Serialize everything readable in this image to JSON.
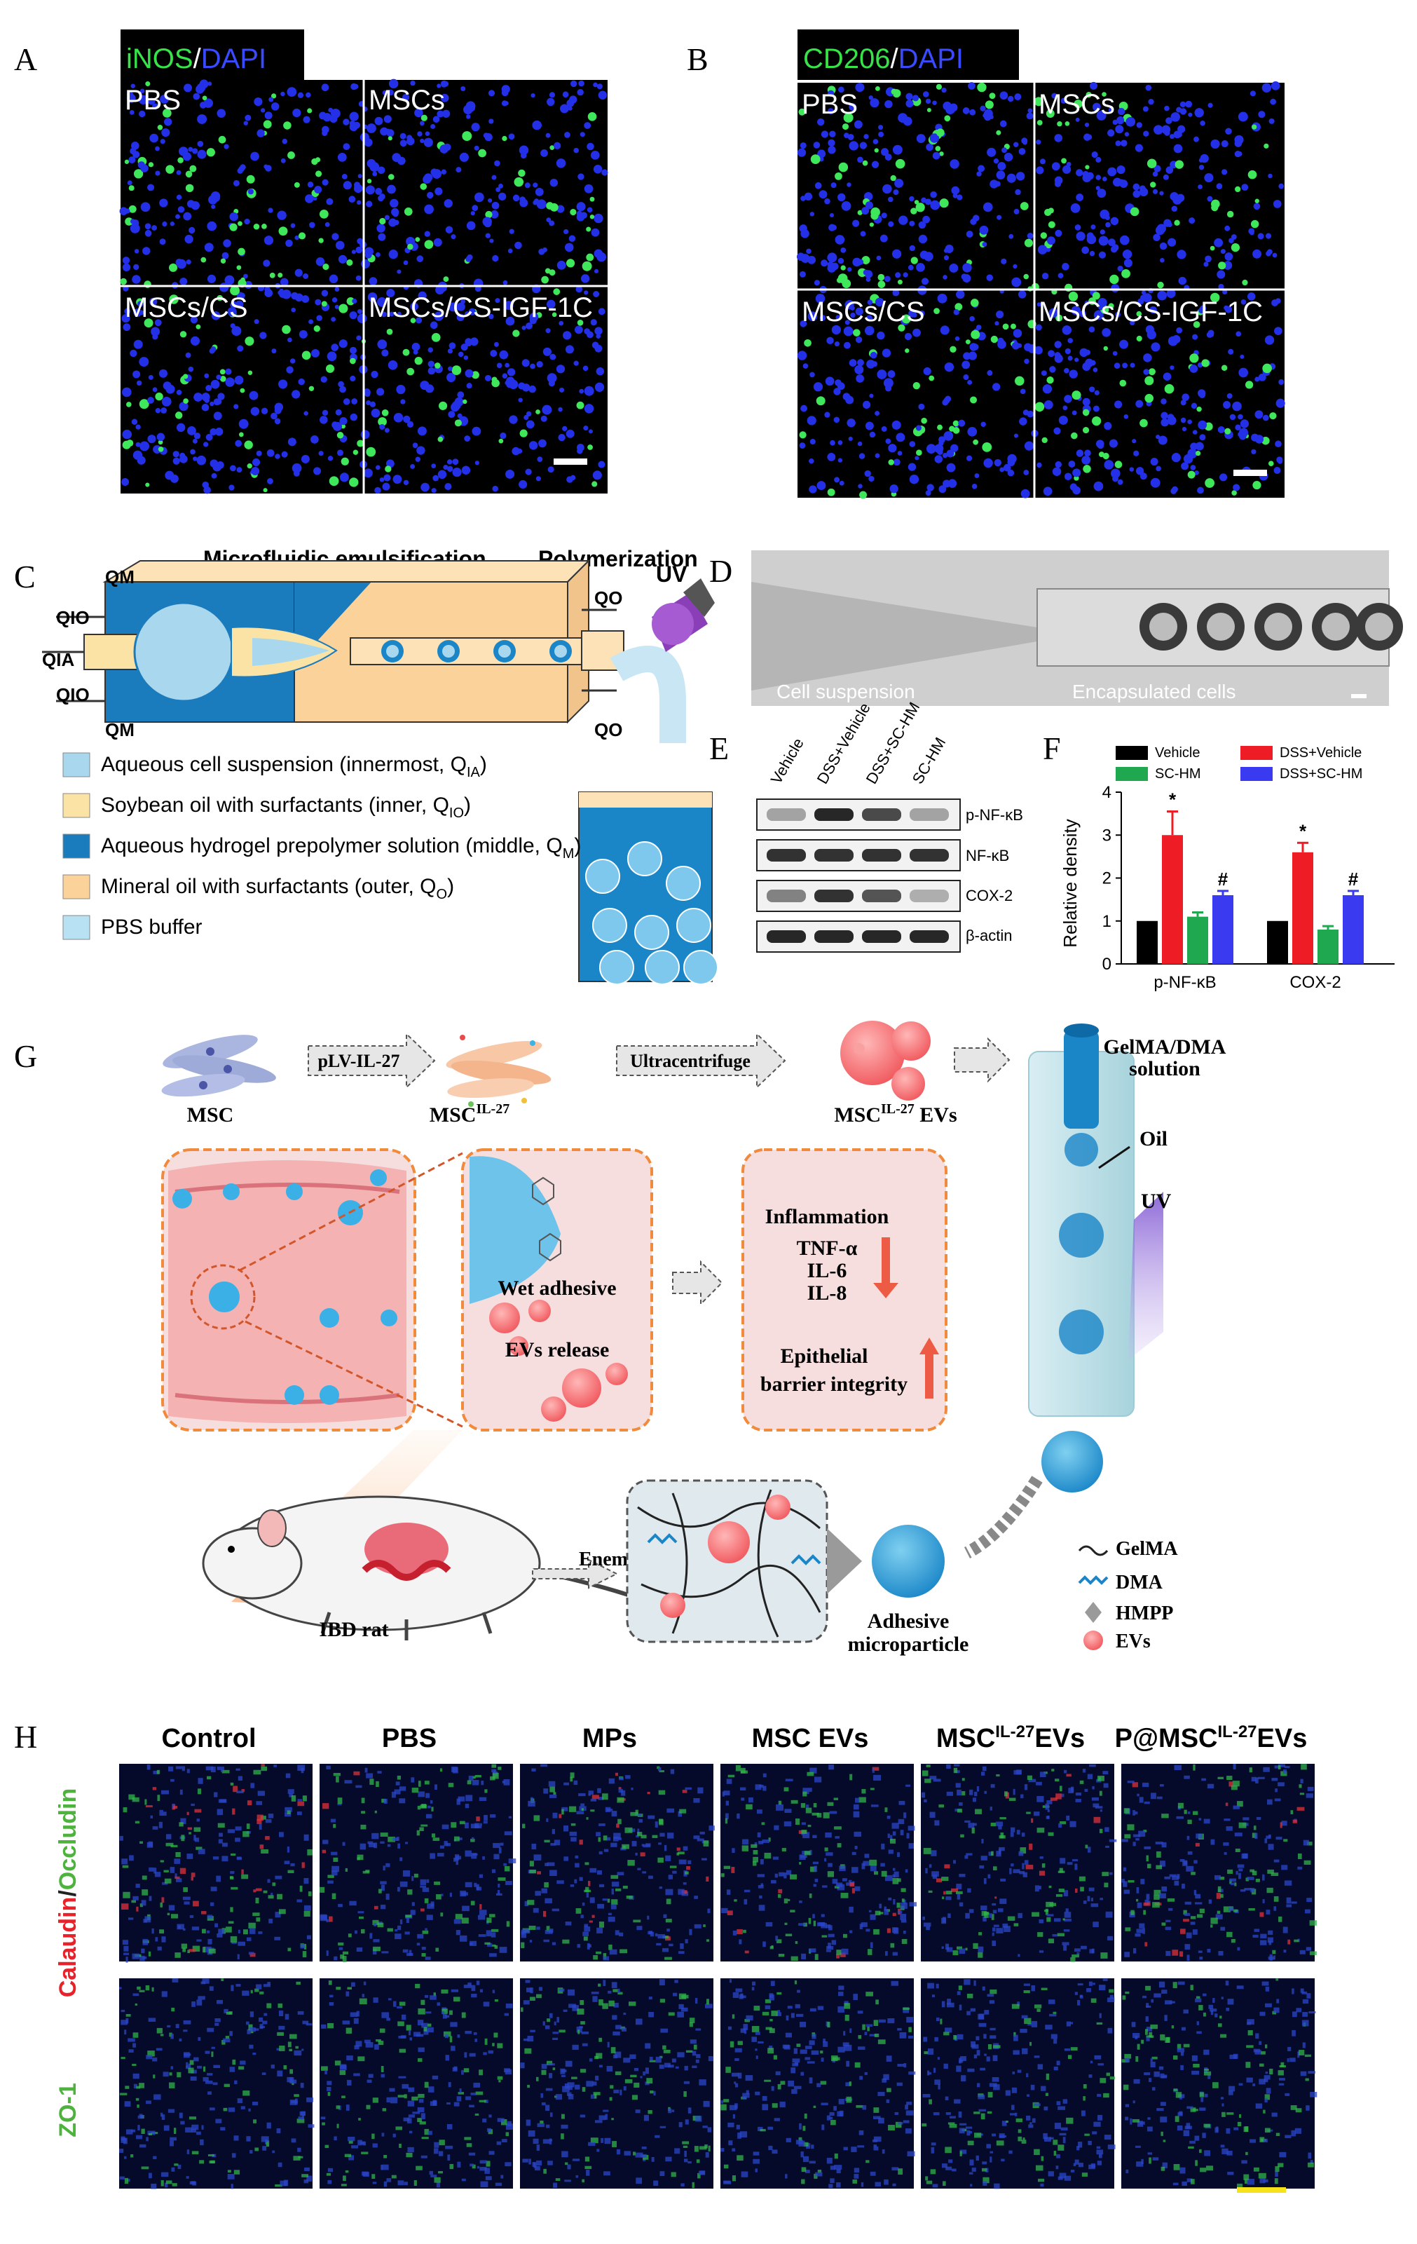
{
  "panels": {
    "A": {
      "letter": "A",
      "stain_green": "iNOS",
      "stain_sep": "/",
      "stain_blue": "DAPI",
      "cells": [
        "PBS",
        "MSCs",
        "MSCs/CS",
        "MSCs/CS-IGF-1C"
      ]
    },
    "B": {
      "letter": "B",
      "stain_green": "CD206",
      "stain_sep": "/",
      "stain_blue": "DAPI",
      "cells": [
        "PBS",
        "MSCs",
        "MSCs/CS",
        "MSCs/CS-IGF-1C"
      ]
    },
    "C": {
      "letter": "C",
      "title_left": "Microfluidic emulsification",
      "title_right": "Polymerization",
      "uv": "UV",
      "flow_labels": [
        "QIO",
        "QM",
        "QIA",
        "QIO",
        "QM",
        "QO",
        "QO"
      ],
      "legend": [
        {
          "label": "Aqueous cell suspension (innermost, Q",
          "sub": "IA",
          "end": ")",
          "color": "#a9d8ee"
        },
        {
          "label": "Soybean oil with surfactants (inner, Q",
          "sub": "IO",
          "end": ")",
          "color": "#fbe3a6"
        },
        {
          "label": "Aqueous hydrogel prepolymer solution (middle, Q",
          "sub": "M",
          "end": ")",
          "color": "#1a7bbd"
        },
        {
          "label": "Mineral oil with surfactants (outer, Q",
          "sub": "O",
          "end": ")",
          "color": "#fcd29b"
        },
        {
          "label": "PBS buffer",
          "sub": "",
          "end": "",
          "color": "#b8e1f4"
        }
      ]
    },
    "D": {
      "letter": "D",
      "label_left": "Cell suspension",
      "label_right": "Encapsulated cells"
    },
    "E": {
      "letter": "E",
      "lanes": [
        "Vehicle",
        "DSS+Vehicle",
        "DSS+SC-HM",
        "SC-HM"
      ],
      "rows": [
        "p-NF-κB",
        "NF-κB",
        "COX-2",
        "β-actin"
      ]
    },
    "F": {
      "letter": "F"
    },
    "G": {
      "letter": "G",
      "msc": "MSC",
      "step1": "pLV-IL-27",
      "msc_il27": "MSC",
      "msc_il27_sup": "IL-27",
      "step2": "Ultracentrifuge",
      "evs_label": "MSC",
      "evs_sup": "IL-27",
      "evs_tail": " EVs",
      "gelma_solution_1": "GelMA/DMA",
      "gelma_solution_2": "solution",
      "oil": "Oil",
      "uv": "UV",
      "wet_adhesive": "Wet adhesive",
      "evs_release": "EVs release",
      "inflammation": "Inflammation",
      "cytokines": [
        "TNF-α",
        "IL-6",
        "IL-8"
      ],
      "epithelial_1": "Epithelial",
      "epithelial_2": "barrier integrity",
      "enema": "Enema",
      "ibd_rat": "IBD rat",
      "adhesive_1": "Adhesive",
      "adhesive_2": "microparticle",
      "legend": [
        "GelMA",
        "DMA",
        "HMPP",
        "EVs"
      ]
    },
    "H": {
      "letter": "H",
      "columns": [
        {
          "text": "Control",
          "sup": ""
        },
        {
          "text": "PBS",
          "sup": ""
        },
        {
          "text": "MPs",
          "sup": ""
        },
        {
          "text": "MSC EVs",
          "sup": ""
        },
        {
          "text": "MSC",
          "sup": "IL-27",
          "tail": "EVs"
        },
        {
          "text": "P@MSC",
          "sup": "IL-27",
          "tail": "EVs"
        }
      ],
      "row1_red": "Calaudin",
      "row1_sep": "/",
      "row1_green": "Occludin",
      "row2": "ZO-1"
    }
  },
  "chart_data": {
    "type": "bar",
    "categories": [
      "p-NF-κB",
      "COX-2"
    ],
    "series": [
      {
        "name": "Vehicle",
        "values": [
          1.0,
          1.0
        ],
        "color": "#000000"
      },
      {
        "name": "DSS+Vehicle",
        "values": [
          3.0,
          2.6
        ],
        "color": "#ee1c24"
      },
      {
        "name": "SC-HM",
        "values": [
          1.1,
          0.8
        ],
        "color": "#1fa84f"
      },
      {
        "name": "DSS+SC-HM",
        "values": [
          1.6,
          1.6
        ],
        "color": "#3a3af0"
      }
    ],
    "errors": [
      [
        0,
        0
      ],
      [
        0.55,
        0.22
      ],
      [
        0.1,
        0.08
      ],
      [
        0.1,
        0.1
      ]
    ],
    "markers": [
      "*",
      "#",
      "*",
      "#"
    ],
    "ylabel": "Relative density",
    "ylim": [
      0,
      4
    ],
    "yticks": [
      "0",
      "1",
      "2",
      "3",
      "4"
    ],
    "legend_position": "top"
  }
}
